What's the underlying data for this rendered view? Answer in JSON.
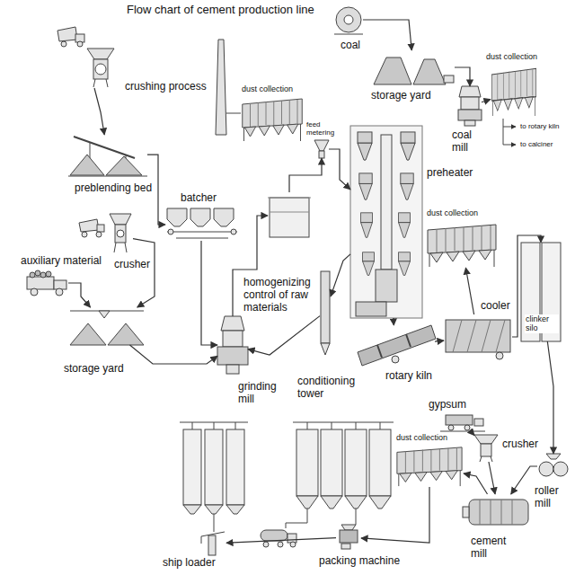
{
  "diagram": {
    "title": "Flow chart of cement production line",
    "nodes": [
      {
        "text": [
          "crushing process"
        ]
      },
      {
        "text": [
          "dust collection"
        ]
      },
      {
        "text": [
          "coal"
        ]
      },
      {
        "text": [
          "storage yard"
        ]
      },
      {
        "text": [
          "dust collection"
        ]
      },
      {
        "text": [
          "preblending bed"
        ]
      },
      {
        "text": [
          "coal mill"
        ]
      },
      {
        "text": [
          "preheater"
        ]
      },
      {
        "text": [
          "feed metering"
        ]
      },
      {
        "text": [
          "batcher"
        ]
      },
      {
        "text": [
          "homogenizing control of raw materials"
        ]
      },
      {
        "text": [
          "dust collection"
        ]
      },
      {
        "text": [
          "clinker silo"
        ]
      },
      {
        "text": [
          "auxiliary material"
        ]
      },
      {
        "text": [
          "crusher"
        ]
      },
      {
        "text": [
          "storage yard"
        ]
      },
      {
        "text": [
          "cooler"
        ]
      },
      {
        "text": [
          "rotary kiln"
        ]
      },
      {
        "text": [
          "grinding mill"
        ]
      },
      {
        "text": [
          "conditioning tower"
        ]
      },
      {
        "text": [
          "gypsum"
        ]
      },
      {
        "text": [
          "dust collection"
        ]
      },
      {
        "text": [
          "crusher"
        ]
      },
      {
        "text": [
          "roller mill"
        ]
      },
      {
        "text": [
          "cement mill"
        ]
      },
      {
        "text": [
          "packing machine"
        ]
      },
      {
        "text": [
          "ship loader"
        ]
      }
    ],
    "edges": [
      {
        "from": 0,
        "to": 5,
        "arrow": "to"
      },
      {
        "from": 5,
        "to": 9,
        "arrow": "to"
      },
      {
        "from": 13,
        "to": 15,
        "arrow": "to"
      },
      {
        "from": 14,
        "to": 15,
        "arrow": "to"
      },
      {
        "from": 15,
        "to": 18,
        "arrow": "to"
      },
      {
        "from": 9,
        "to": 18,
        "arrow": "to"
      },
      {
        "from": 18,
        "to": 10,
        "arrow": "to"
      },
      {
        "from": 10,
        "to": 8,
        "arrow": "to"
      },
      {
        "from": 8,
        "to": 7,
        "arrow": "to"
      },
      {
        "from": 7,
        "to": 17,
        "arrow": "to"
      },
      {
        "from": 17,
        "to": 16,
        "arrow": "to"
      },
      {
        "from": 16,
        "to": 12,
        "arrow": "to"
      },
      {
        "from": 12,
        "to": 23,
        "arrow": "to"
      },
      {
        "from": 23,
        "to": 24,
        "arrow": "to"
      },
      {
        "from": 20,
        "to": 22,
        "arrow": "to"
      },
      {
        "from": 22,
        "to": 24,
        "arrow": "to"
      },
      {
        "from": 24,
        "to": 21,
        "arrow": "to"
      },
      {
        "from": 21,
        "to": 25,
        "arrow": "to"
      },
      {
        "from": 25,
        "to": 26,
        "arrow": "to"
      },
      {
        "from": 2,
        "to": 3,
        "arrow": "to"
      },
      {
        "from": 3,
        "to": 6,
        "arrow": "to"
      },
      {
        "from": 6,
        "to": 4,
        "arrow": "to"
      },
      {
        "from": 7,
        "to": 19,
        "arrow": "to"
      },
      {
        "from": 19,
        "to": 18,
        "arrow": "to"
      },
      {
        "from": 16,
        "to": 11,
        "arrow": "to"
      }
    ],
    "labels": [
      "to rotary kiln",
      "to calciner"
    ]
  }
}
